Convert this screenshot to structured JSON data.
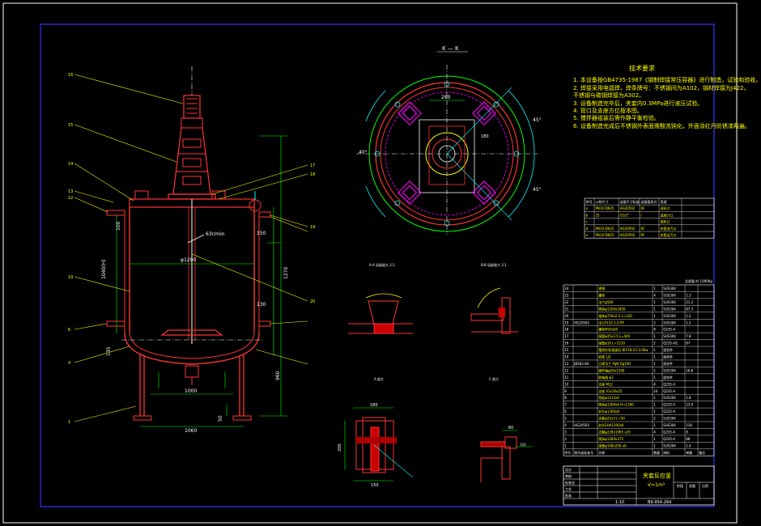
{
  "header": {
    "section_title": "K — K",
    "notes_title": "技术要求"
  },
  "tech_notes": [
    "1. 本设备按GB4735-1987《钢制焊接常压容器》进行制造，试验和验收。",
    "2. 焊接采用电弧焊，焊条牌号：不锈钢间为A102，钢材焊接为J422，",
    "   不锈钢与碳钢焊接为A302。",
    "3. 设备制造完毕后，夹套内0.3MPa进行液压试验。",
    "4. 管口及支座方位按本图。",
    "5. 搅拌器组装后需作静平衡检验。",
    "6. 设备制造完成后不锈钢外表面需酸洗钝化，外面涂红丹防锈漆两遍。"
  ],
  "dims": {
    "d1200": "φ1200",
    "d1060": "1060",
    "d1000": "1000",
    "h1040": "1040(H)",
    "h1270": "1270",
    "h960": "960",
    "h100": "100",
    "h135": "135",
    "h130": "130",
    "h150": "150",
    "rpm": "63r/min",
    "d280": "280",
    "d180": "180",
    "d200": "200",
    "d120": "120",
    "d60": "60",
    "a45": "45°",
    "a40": "40°",
    "n50": "50"
  },
  "balloons": [
    "16",
    "15",
    "14",
    "13",
    "12",
    "11",
    "10",
    "9",
    "8",
    "7",
    "6",
    "5",
    "4",
    "3",
    "2",
    "1",
    "17",
    "18",
    "19",
    "20"
  ],
  "detail_labels": [
    "A-A 局部放大 2:1",
    "B-B 局部放大 2:1",
    "A 放大",
    "C 放大"
  ],
  "nozzle_table": {
    "header": [
      "符号",
      "公称尺寸",
      "连接尺寸标准",
      "连接面形式",
      "用途"
    ],
    "rows": [
      [
        "a",
        "PN10 DN25",
        "HG20592",
        "RF",
        "进料口"
      ],
      [
        "b",
        "25",
        "G1/2\"",
        "/",
        "温度计口"
      ],
      [
        "c",
        "",
        "",
        "",
        "放料口"
      ],
      [
        "d",
        "PN10 DN25",
        "HG20592",
        "RF",
        "夹套进汽口"
      ],
      [
        "e",
        "PN10 DN25",
        "HG20592",
        "RF",
        "夹套出汽口"
      ]
    ]
  },
  "parts_table": {
    "total_label": "总质量 约 1000Kg",
    "rows": [
      [
        "24",
        "",
        "视镜",
        "1",
        "SUS304",
        "",
        ""
      ],
      [
        "23",
        "",
        "螺栓",
        "4",
        "SUS304",
        "1.3",
        ""
      ],
      [
        "22",
        "",
        "法兰φ500",
        "1",
        "SUS304",
        "21.2",
        ""
      ],
      [
        "21",
        "",
        "筒体φ1200x1850",
        "1",
        "SUS304",
        "87.3",
        ""
      ],
      [
        "20",
        "",
        "锥体φ750x2.5 L=120",
        "1",
        "SUS304",
        "1.2",
        ""
      ],
      [
        "19",
        "HG20592",
        "法兰PL32-1.0 RF",
        "2",
        "SUS304",
        "1.2",
        ""
      ],
      [
        "18",
        "",
        "螺栓M20x65",
        "8",
        "Q235-A",
        "",
        ""
      ],
      [
        "17",
        "",
        "接管φ45x3.5 L=400",
        "1",
        "SUS304",
        "7.8",
        ""
      ],
      [
        "16",
        "",
        "接管φ10 L=1210",
        "2",
        "Q235-A/L",
        "87",
        ""
      ],
      [
        "15",
        "",
        "摆线针轮减速机 BLY18-23-3.0Kw",
        "1",
        "组合件",
        "",
        ""
      ],
      [
        "14",
        "",
        "机架 LJ3",
        "1",
        "组合件",
        "",
        ""
      ],
      [
        "13",
        "JB582-84",
        "凸缘法兰 PgN Dg100",
        "1",
        "组合件",
        "",
        ""
      ],
      [
        "12",
        "",
        "搅拌轴φ50x1200",
        "1",
        "SUS304",
        "16.8",
        ""
      ],
      [
        "11",
        "",
        "联轴器 φ3",
        "1",
        "组合件",
        "",
        ""
      ],
      [
        "10",
        "",
        "支座 M12",
        "4",
        "Q235-A",
        "",
        ""
      ],
      [
        "9",
        "",
        "支座 h1x10x25",
        "24",
        "Q235-A",
        "",
        ""
      ],
      [
        "8",
        "",
        "垫板φ1212x6",
        "1",
        "SUS304",
        "1.8",
        ""
      ],
      [
        "7",
        "",
        "筒体φ1300x6 H=1300",
        "1",
        "Q235-A",
        "23.9",
        ""
      ],
      [
        "6",
        "",
        "封头φ1300x8",
        "1",
        "Q235-A",
        "",
        ""
      ],
      [
        "5",
        "",
        "夹套φ25x3 L=50",
        "2",
        "SUS304",
        "",
        ""
      ],
      [
        "4",
        "HG20592",
        "封头EHA1200x6",
        "1",
        "SUS304",
        "118",
        ""
      ],
      [
        "3",
        "",
        "支腿φ228x1065 x20",
        "4",
        "Q235-A",
        "8",
        ""
      ],
      [
        "2",
        "",
        "筒体φ1284x375",
        "1",
        "Q235-A",
        "88",
        ""
      ],
      [
        "1",
        "",
        "接管φ108x200 x6",
        "1",
        "SUS304",
        "1.4",
        ""
      ]
    ],
    "footer": [
      "序号",
      "图号或标准号",
      "名称",
      "数量",
      "材料",
      "单重",
      "备注"
    ]
  },
  "title_block": {
    "name": "夹套反应釜",
    "volume": "V=1m³",
    "scale": "1:10",
    "drawing_no": "B9-954-264",
    "roles": [
      "设计",
      "审核",
      "标准化",
      "工艺",
      "批准"
    ],
    "stage_cols": [
      "阶段",
      "质量",
      "比例"
    ]
  }
}
